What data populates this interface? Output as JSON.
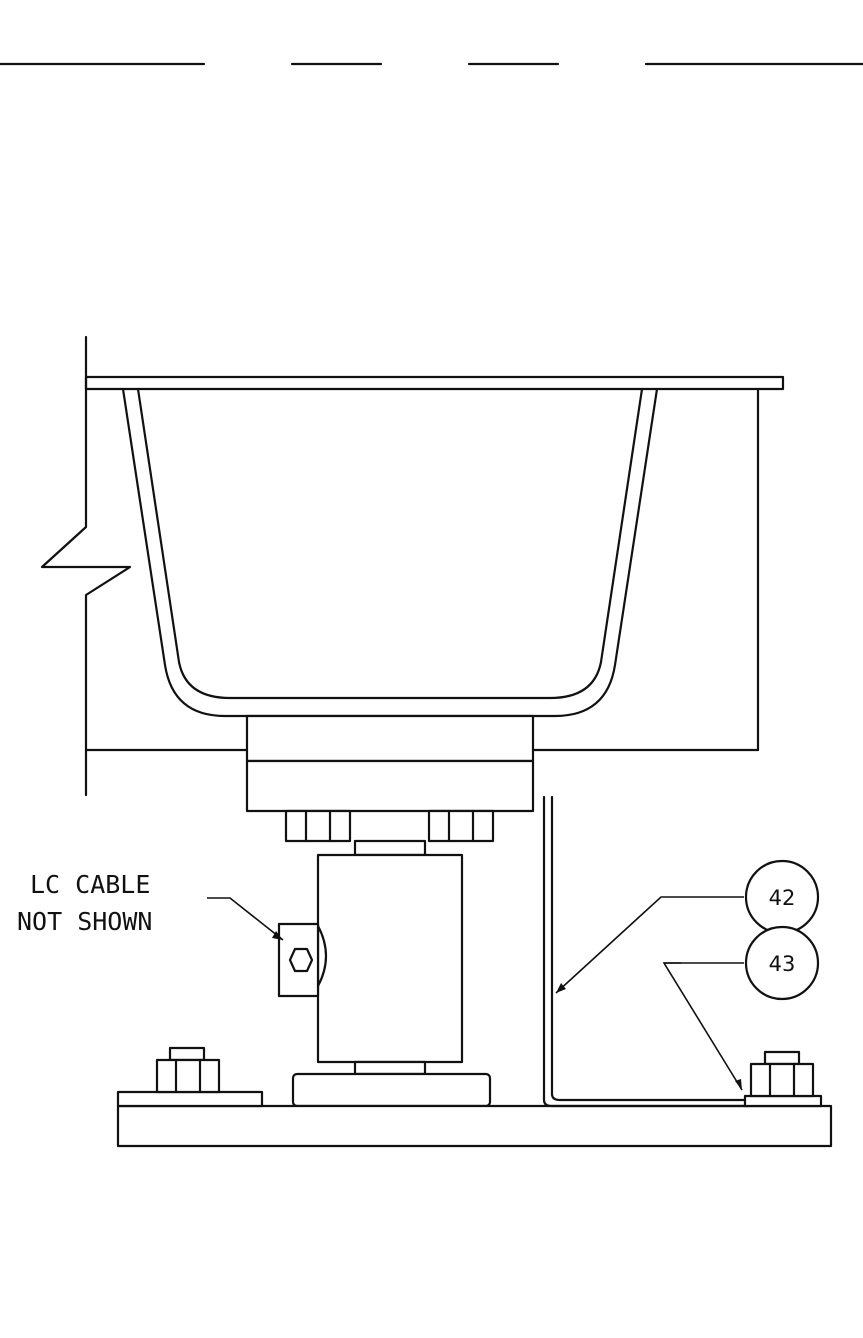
{
  "note": {
    "line1": "LC CABLE",
    "line2": "NOT SHOWN"
  },
  "balloons": [
    {
      "label": "42"
    },
    {
      "label": "43"
    }
  ]
}
